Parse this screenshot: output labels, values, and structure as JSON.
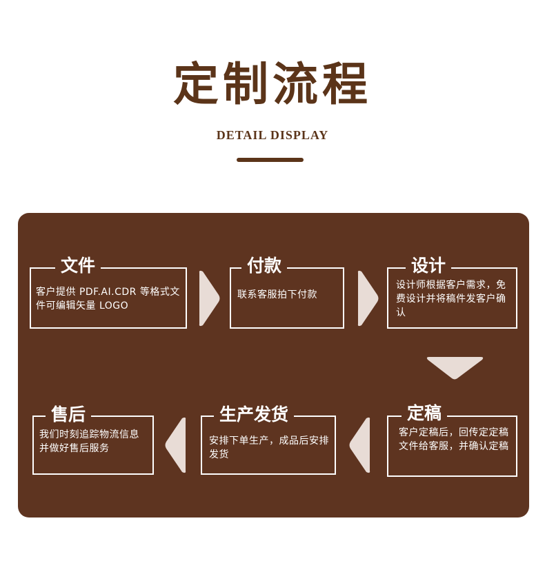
{
  "header": {
    "title": "定制流程",
    "subtitle": "DETAIL DISPLAY"
  },
  "steps": [
    {
      "title": "文件",
      "desc": "客户提供 PDF.AI.CDR 等格式文件可编辑矢量 LOGO"
    },
    {
      "title": "付款",
      "desc": "联系客服拍下付款"
    },
    {
      "title": "设计",
      "desc": "设计师根据客户需求，免费设计并将稿件发客户确认"
    },
    {
      "title": "定稿",
      "desc": "客户定稿后，回传定定稿文件给客服，并确认定稿"
    },
    {
      "title": "生产发货",
      "desc": "安排下单生产，成品后安排发货"
    },
    {
      "title": "售后",
      "desc": "我们时刻追踪物流信息并做好售后服务"
    }
  ],
  "colors": {
    "brand_brown": "#5e3420",
    "title_brown": "#5b3419",
    "arrow_fill": "#e8dcd6"
  }
}
